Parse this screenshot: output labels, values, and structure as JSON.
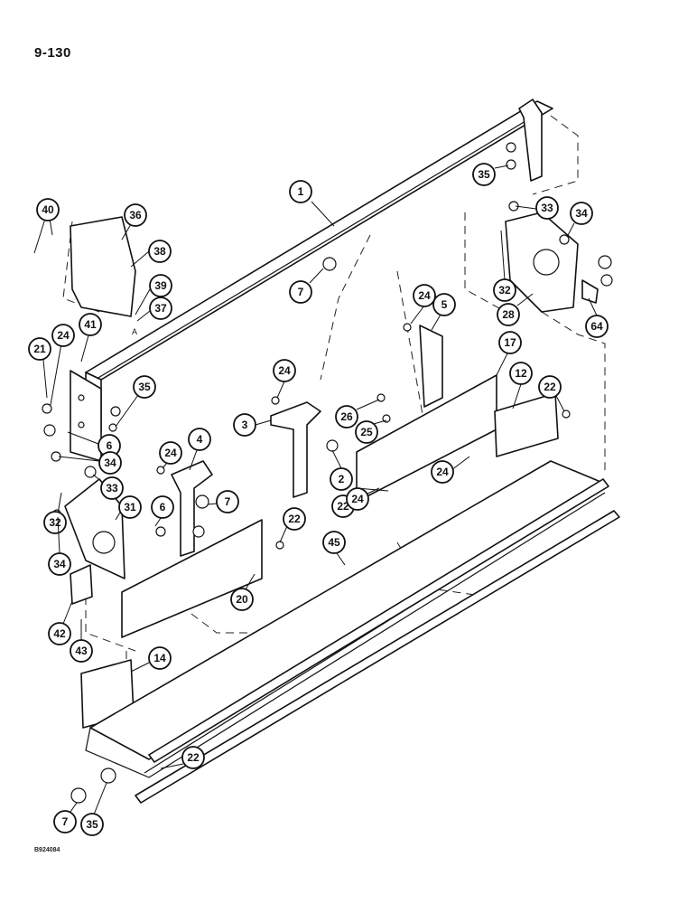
{
  "page_number": "9-130",
  "figure_code": "B924084",
  "letter_marker": "A",
  "callouts": [
    "1",
    "2",
    "3",
    "4",
    "5",
    "6",
    "6",
    "7",
    "7",
    "7",
    "12",
    "14",
    "17",
    "20",
    "21",
    "22",
    "22",
    "22",
    "22",
    "24",
    "24",
    "24",
    "24",
    "24",
    "24",
    "25",
    "26",
    "28",
    "31",
    "32",
    "32",
    "33",
    "33",
    "34",
    "34",
    "34",
    "35",
    "35",
    "35",
    "36",
    "37",
    "38",
    "39",
    "40",
    "41",
    "42",
    "43",
    "45",
    "64"
  ]
}
